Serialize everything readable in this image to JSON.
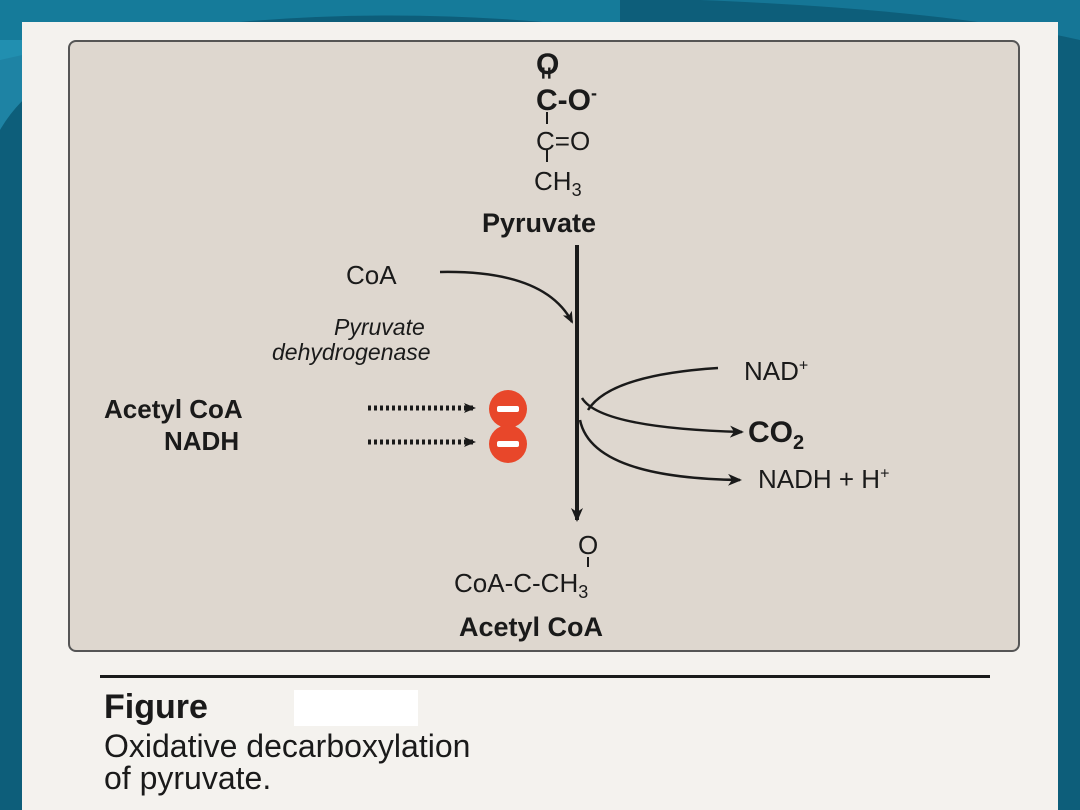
{
  "colors": {
    "slide_background": "#0d5e7a",
    "accent": "#1a87a8",
    "panel": "#ded7cf",
    "inhibitor": "#e8472a"
  },
  "pyruvate": {
    "atom_O_top": "O",
    "double_bond_v": "=",
    "carboxyl": "C-O",
    "carboxyl_charge": "-",
    "carbonyl": "C=O",
    "methyl": "CH",
    "methyl_sub": "3",
    "name": "Pyruvate"
  },
  "reaction": {
    "coa_in": "CoA",
    "enzyme_line1": "Pyruvate",
    "enzyme_line2": "dehydrogenase",
    "nad": "NAD",
    "nad_sup": "+",
    "co2": "CO",
    "co2_sub": "2",
    "nadh_h": "NADH + H",
    "nadh_h_sup": "+"
  },
  "inhibitors": [
    {
      "label": "Acetyl CoA",
      "icon": "minus-circle-icon"
    },
    {
      "label": "NADH",
      "icon": "minus-circle-icon"
    }
  ],
  "acetyl_coa": {
    "atom_O": "O",
    "double_bond_v": "=",
    "formula": "CoA-C-CH",
    "formula_sub": "3",
    "name": "Acetyl CoA"
  },
  "caption": {
    "heading": "Figure",
    "line1": "Oxidative decarboxylation",
    "line2": "of pyruvate."
  }
}
